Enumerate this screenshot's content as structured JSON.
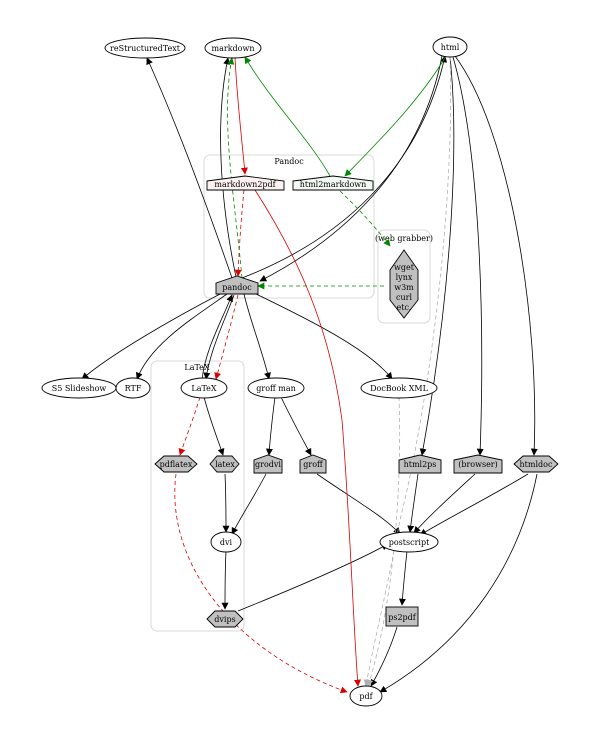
{
  "clusters": {
    "pandoc_group": "Pandoc",
    "grabber_group": "(web grabber)",
    "latex_group": "LaTeX"
  },
  "nodes": {
    "rst": "reStructuredText",
    "markdown": "markdown",
    "html": "html",
    "markdown2pdf": "markdown2pdf",
    "html2markdown": "html2markdown",
    "pandoc": "pandoc",
    "grabber": [
      "wget",
      "lynx",
      "w3m",
      "curl",
      "etc."
    ],
    "s5": "S5 Slideshow",
    "rtf": "RTF",
    "latex": "LaTeX",
    "groffman": "groff man",
    "docbook": "DocBook XML",
    "pdflatex": "pdflatex",
    "latex_cmd": "latex",
    "grodvi": "grodvi",
    "groff": "groff",
    "html2ps": "html2ps",
    "browser": "(browser)",
    "htmldoc": "htmldoc",
    "dvi": "dvi",
    "postscript": "postscript",
    "dvips": "dvips",
    "ps2pdf": "ps2pdf",
    "pdf": "pdf"
  },
  "colors": {
    "black_edge": "#000000",
    "red_edge": "#dd0000",
    "green_edge": "#008800",
    "gray_edge": "#b0b0b0",
    "tool_fill": "#c0c0c0",
    "markdown2pdf_fill": "#fdf2f2",
    "html2markdown_fill": "#f2f8f2"
  }
}
